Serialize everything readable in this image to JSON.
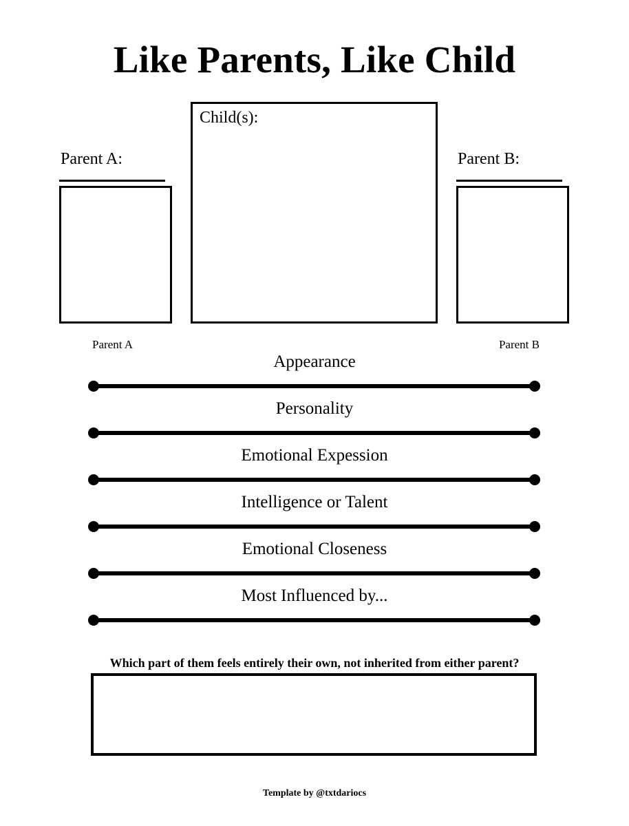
{
  "worksheet": {
    "title": "Like Parents, Like Child",
    "footer": "Template by @txtdariocs"
  },
  "people": {
    "parent_a": {
      "label": "Parent A:",
      "name_value": "",
      "box_value": ""
    },
    "parent_b": {
      "label": "Parent B:",
      "name_value": "",
      "box_value": ""
    },
    "child": {
      "label": "Child(s):",
      "box_value": ""
    }
  },
  "spectrums": {
    "endpoint_left_label": "Parent A",
    "endpoint_right_label": "Parent B",
    "rows": [
      {
        "label": "Appearance"
      },
      {
        "label": "Personality"
      },
      {
        "label": "Emotional Expession"
      },
      {
        "label": "Intelligence or Talent"
      },
      {
        "label": "Emotional Closeness"
      },
      {
        "label": "Most Influenced by..."
      }
    ]
  },
  "reflection": {
    "question": "Which part of them feels entirely their own, not inherited from either parent?",
    "answer_value": ""
  },
  "colors": {
    "ink": "#000000",
    "paper": "#ffffff"
  }
}
